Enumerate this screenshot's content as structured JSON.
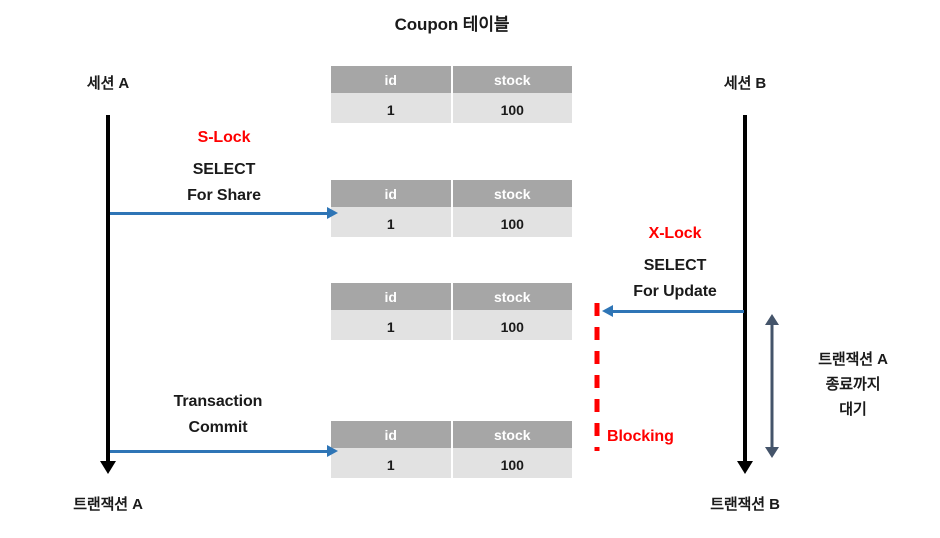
{
  "title": "Coupon 테이블",
  "colors": {
    "arrow_blue": "#2e75b6",
    "lock_red": "#ff0000",
    "lifeline_black": "#000000",
    "wait_arrow": "#44546a",
    "table_header_bg": "#a6a6a6",
    "table_row_bg": "#e2e2e2",
    "background": "#ffffff"
  },
  "sessions": {
    "left": {
      "header": "세션 A",
      "footer": "트랜잭션 A"
    },
    "right": {
      "header": "세션 B",
      "footer": "트랜잭션 B"
    }
  },
  "table": {
    "columns": [
      "id",
      "stock"
    ],
    "rows": [
      [
        "1",
        "100"
      ]
    ]
  },
  "tables": [
    {
      "caption": "snapshot-initial",
      "columns": [
        "id",
        "stock"
      ],
      "rows": [
        [
          "1",
          "100"
        ]
      ]
    },
    {
      "caption": "snapshot-after-s-lock",
      "columns": [
        "id",
        "stock"
      ],
      "rows": [
        [
          "1",
          "100"
        ]
      ]
    },
    {
      "caption": "snapshot-during-blocking",
      "columns": [
        "id",
        "stock"
      ],
      "rows": [
        [
          "1",
          "100"
        ]
      ]
    },
    {
      "caption": "snapshot-after-commit",
      "columns": [
        "id",
        "stock"
      ],
      "rows": [
        [
          "1",
          "100"
        ]
      ]
    }
  ],
  "messages": {
    "s_lock": {
      "lock_label": "S-Lock",
      "statement_line1": "SELECT",
      "statement_line2": "For Share"
    },
    "x_lock": {
      "lock_label": "X-Lock",
      "statement_line1": "SELECT",
      "statement_line2": "For Update"
    },
    "commit": {
      "line1": "Transaction",
      "line2": "Commit"
    },
    "blocking": {
      "label": "Blocking"
    },
    "wait": {
      "line1": "트랜잭션 A",
      "line2": "종료까지",
      "line3": "대기"
    }
  }
}
